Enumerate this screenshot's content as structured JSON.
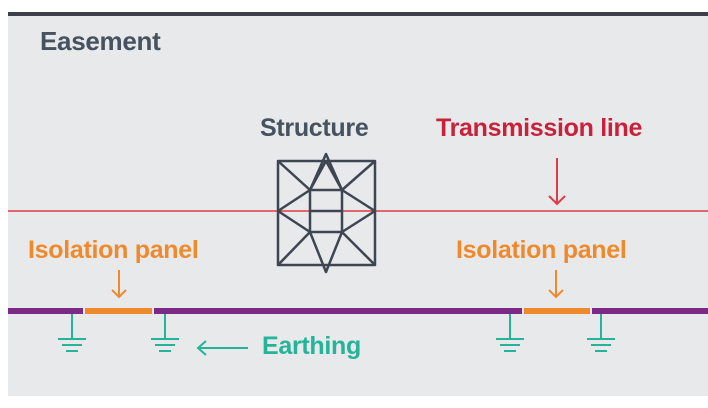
{
  "diagram": {
    "easement_label": "Easement",
    "structure_label": "Structure",
    "transmission_line_label": "Transmission line",
    "isolation_panel_left_label": "Isolation panel",
    "isolation_panel_right_label": "Isolation panel",
    "earthing_label": "Earthing"
  },
  "colors": {
    "easement_fill": "#e8e9eb",
    "text_dark": "#45525f",
    "transmission": "#e03a44",
    "transmission_text": "#c8213b",
    "isolation": "#ef8a2c",
    "pipeline": "#7b2a86",
    "earthing": "#25b39a",
    "structure": "#3d4652"
  }
}
